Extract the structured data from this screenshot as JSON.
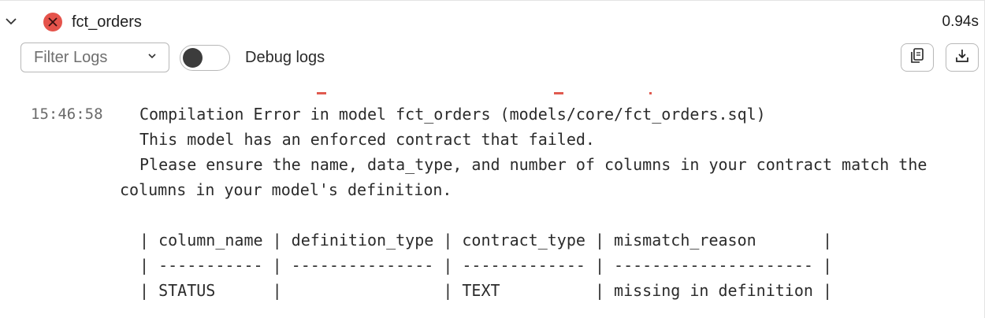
{
  "header": {
    "model_name": "fct_orders",
    "duration": "0.94s",
    "status": "error",
    "status_icon": "error-x-icon",
    "status_color": "#e5534b",
    "expand_icon": "chevron-down-icon"
  },
  "toolbar": {
    "filter_placeholder": "Filter Logs",
    "debug_label": "Debug logs",
    "debug_enabled": false,
    "copy_icon": "copy-icon",
    "download_icon": "download-icon"
  },
  "log": {
    "timestamp": "15:46:58",
    "lines": [
      "Compilation Error in model fct_orders (models/core/fct_orders.sql)",
      "This model has an enforced contract that failed.",
      "Please ensure the name, data_type, and number of columns in your contract match the",
      "columns in your model's definition.",
      "| column_name | definition_type | contract_type | mismatch_reason       |",
      "| ----------- | --------------- | ------------- | --------------------- |",
      "| STATUS      |                 | TEXT          | missing in definition |"
    ]
  }
}
